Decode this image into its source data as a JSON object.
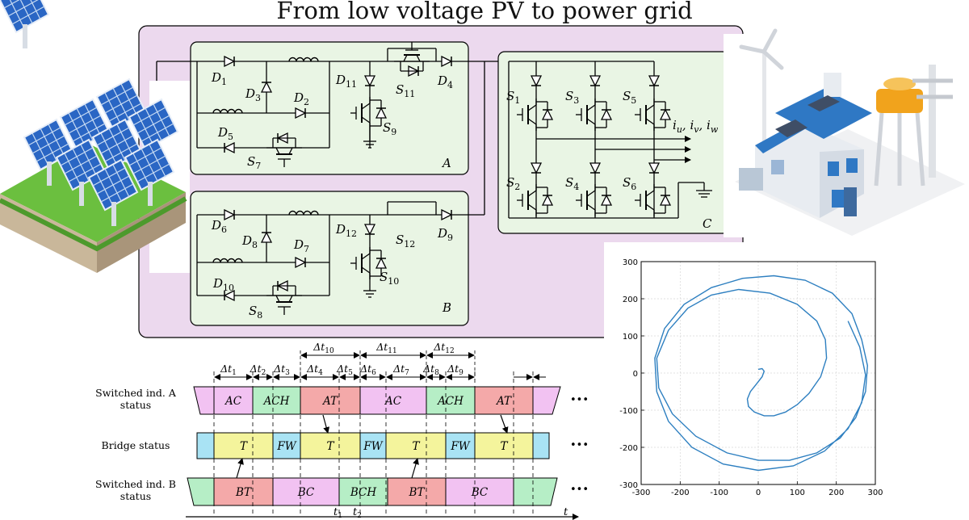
{
  "title": "From low voltage PV to power grid",
  "circuit": {
    "block_a": "A",
    "block_b": "B",
    "block_c": "C",
    "labels_a": {
      "d1": "D",
      "d1s": "1",
      "d3": "D",
      "d3s": "3",
      "d2": "D",
      "d2s": "2",
      "d5": "D",
      "d5s": "5",
      "s7": "S",
      "s7s": "7",
      "d11": "D",
      "d11s": "11",
      "s11": "S",
      "s11s": "11",
      "d4": "D",
      "d4s": "4",
      "s9": "S",
      "s9s": "9"
    },
    "labels_b": {
      "d6": "D",
      "d6s": "6",
      "d8": "D",
      "d8s": "8",
      "d7": "D",
      "d7s": "7",
      "d10": "D",
      "d10s": "10",
      "s8": "S",
      "s8s": "8",
      "d12": "D",
      "d12s": "12",
      "s12": "S",
      "s12s": "12",
      "d9": "D",
      "d9s": "9",
      "s10": "S",
      "s10s": "10"
    },
    "labels_c": {
      "s1": "S",
      "s1s": "1",
      "s3": "S",
      "s3s": "3",
      "s5": "S",
      "s5s": "5",
      "s2": "S",
      "s2s": "2",
      "s4": "S",
      "s4s": "4",
      "s6": "S",
      "s6s": "6"
    },
    "output_label": "i_u, i_v, i_w",
    "out_i": "i",
    "out_u": "u",
    "out_v": "v",
    "out_w": "w"
  },
  "timing": {
    "row_labels": {
      "a_line1": "Switched ind. A",
      "a_line2": "status",
      "bridge": "Bridge status",
      "b_line1": "Switched ind. B",
      "b_line2": "status"
    },
    "intervals": [
      {
        "d": "Δt",
        "s": "1"
      },
      {
        "d": "Δt",
        "s": "2"
      },
      {
        "d": "Δt",
        "s": "3"
      },
      {
        "d": "Δt",
        "s": "4"
      },
      {
        "d": "Δt",
        "s": "5"
      },
      {
        "d": "Δt",
        "s": "6"
      },
      {
        "d": "Δt",
        "s": "7"
      },
      {
        "d": "Δt",
        "s": "8"
      },
      {
        "d": "Δt",
        "s": "9"
      }
    ],
    "upper_intervals": [
      {
        "d": "Δt",
        "s": "10"
      },
      {
        "d": "Δt",
        "s": "11"
      },
      {
        "d": "Δt",
        "s": "12"
      }
    ],
    "row_a": [
      "AC",
      "ACH",
      "AT",
      "AC",
      "ACH",
      "AT"
    ],
    "row_bridge": [
      "T",
      "FW",
      "T",
      "FW",
      "T",
      "FW",
      "T"
    ],
    "row_b": [
      "BT",
      "BC",
      "BCH",
      "BT",
      "BC"
    ],
    "ellipsis": "•••",
    "axis_t": "t",
    "t1": "t",
    "t1s": "1",
    "t2": "t",
    "t2s": "2"
  },
  "colors": {
    "panel_bg": "#ecd9ee",
    "block_bg": "#e9f5e4",
    "ac": "#f2c2f2",
    "ach": "#b6eec6",
    "at": "#f4a9a9",
    "t": "#f4f49c",
    "fw": "#a9e3f4",
    "plot_line": "#2d7fc0"
  },
  "chart_data": {
    "type": "line",
    "title": "",
    "xlabel": "",
    "ylabel": "",
    "xlim": [
      -300,
      300
    ],
    "ylim": [
      -300,
      300
    ],
    "grid": true,
    "xticks": [
      -300,
      -200,
      -100,
      0,
      100,
      200,
      300
    ],
    "yticks": [
      -300,
      -200,
      -100,
      0,
      100,
      200,
      300
    ],
    "series": [
      {
        "x": [
          0,
          10,
          15,
          10,
          -5,
          -20,
          -28,
          -25,
          -10,
          15,
          40,
          70,
          100,
          130,
          160,
          175,
          172,
          150,
          100,
          30,
          -50,
          -120,
          -180,
          -230,
          -260,
          -255,
          -220,
          -160,
          -80,
          0,
          80,
          150,
          210,
          250,
          275,
          280,
          265,
          240,
          190,
          120,
          40,
          -40,
          -120,
          -190,
          -240,
          -265,
          -260,
          -230,
          -170,
          -90,
          0,
          90,
          170,
          230,
          265,
          275,
          260,
          230
        ],
        "y": [
          10,
          12,
          5,
          -10,
          -30,
          -50,
          -70,
          -90,
          -105,
          -115,
          -115,
          -105,
          -85,
          -55,
          -10,
          40,
          90,
          140,
          185,
          215,
          225,
          210,
          175,
          115,
          40,
          -40,
          -110,
          -170,
          -215,
          -235,
          -235,
          -215,
          -175,
          -120,
          -50,
          20,
          90,
          160,
          215,
          250,
          262,
          255,
          230,
          185,
          120,
          40,
          -50,
          -130,
          -200,
          -245,
          -262,
          -250,
          -210,
          -150,
          -80,
          -5,
          70,
          140
        ]
      }
    ]
  }
}
